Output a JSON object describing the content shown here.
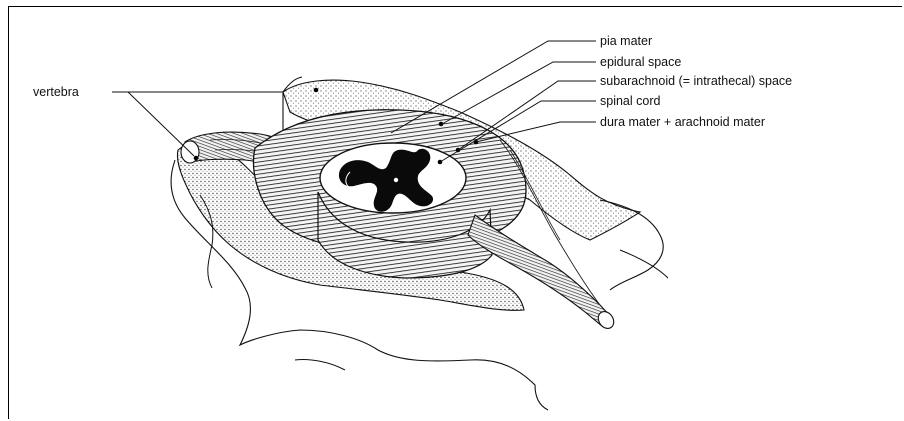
{
  "labels": {
    "vertebra": "vertebra",
    "pia_mater": "pia mater",
    "epidural_space": "epidural space",
    "subarachnoid_space": "subarachnoid (= intrathecal) space",
    "spinal_cord": "spinal cord",
    "dura_arachnoid": "dura mater + arachnoid mater"
  }
}
